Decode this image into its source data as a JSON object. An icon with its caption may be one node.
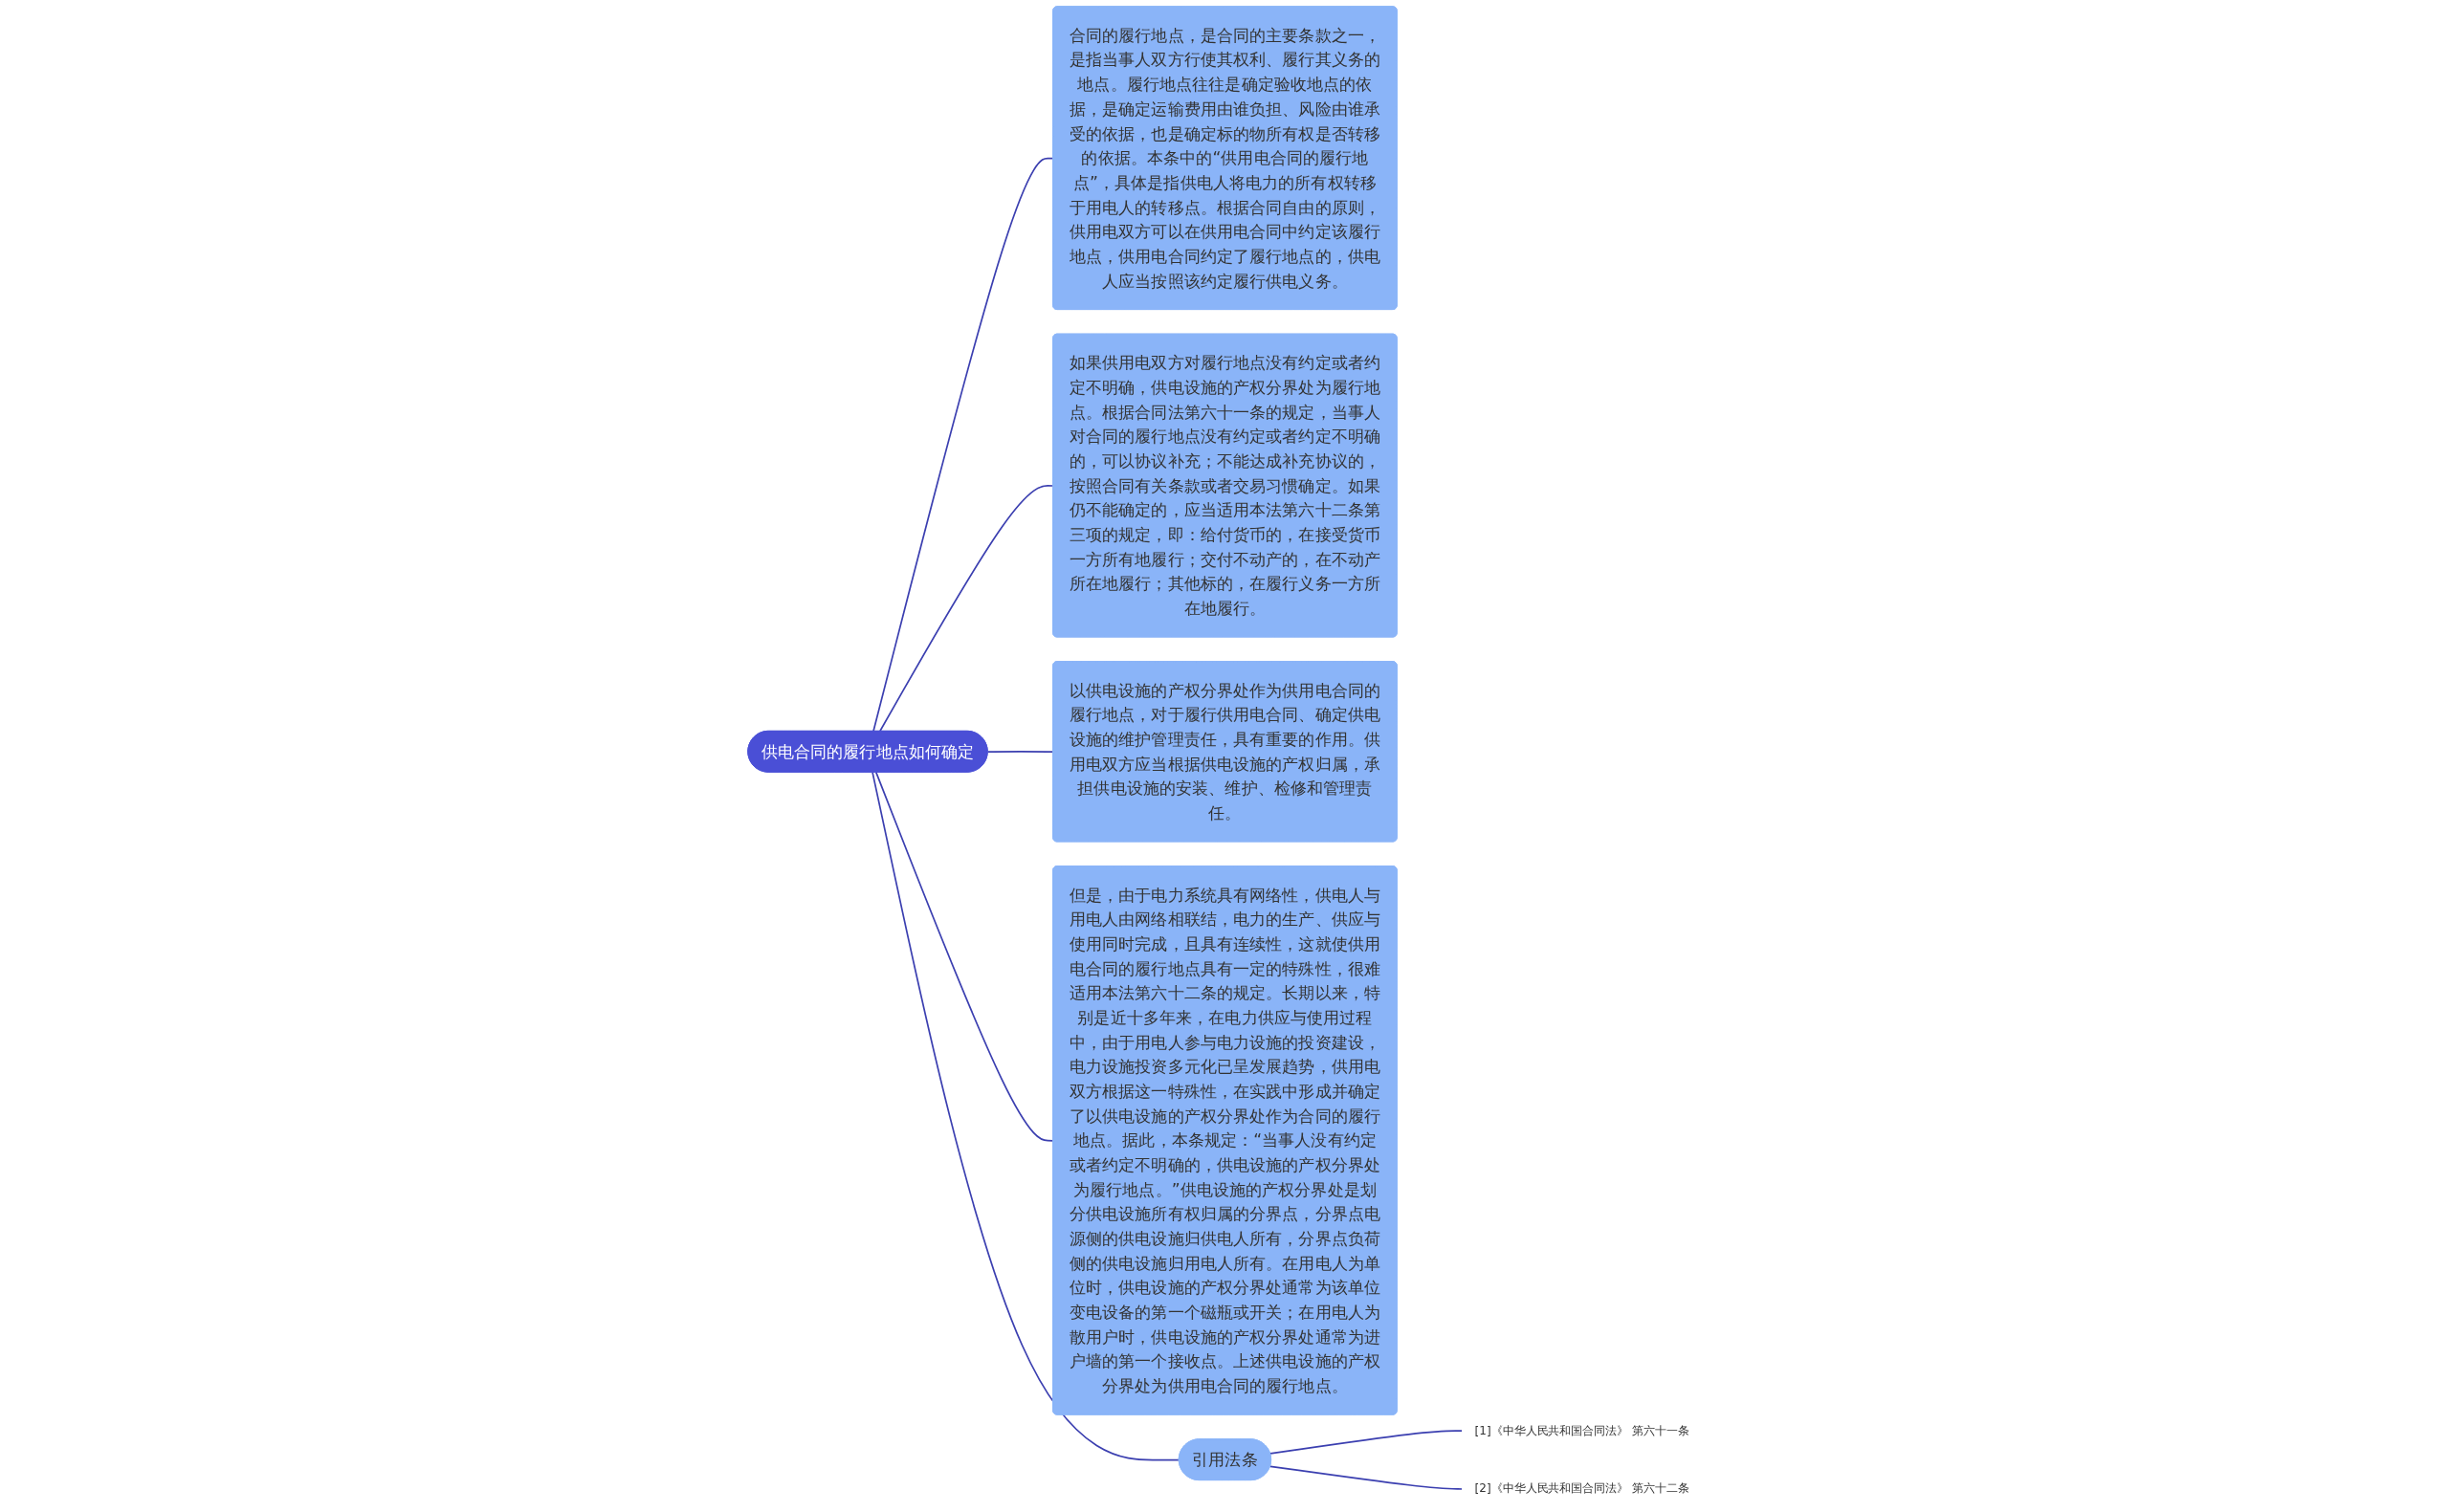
{
  "diagram": {
    "nodes": [
      {
        "text": [
          "供电合同的履行地点如何确定"
        ]
      },
      {
        "text": [
          "合同的履行地点，是合同的主要条款之一，是指当事人双方行使其权利、履行其义务的地点。履行地点往往是确定验收地点的依据，是确定运输费用由谁负担、风险由谁承受的依据，也是确定标的物所有权是否转移的依据。本条中的“供用电合同的履行地点”，具体是指供电人将电力的所有权转移于用电人的转移点。根据合同自由的原则，供用电双方可以在供用电合同中约定该履行地点，供用电合同约定了履行地点的，供电人应当按照该约定履行供电义务。"
        ]
      },
      {
        "text": [
          "如果供用电双方对履行地点没有约定或者约定不明确，供电设施的产权分界处为履行地点。根据合同法第六十一条的规定，当事人对合同的履行地点没有约定或者约定不明确的，可以协议补充；不能达成补充协议的，按照合同有关条款或者交易习惯确定。如果仍不能确定的，应当适用本法第六十二条第三项的规定，即：给付货币的，在接受货币一方所有地履行；交付不动产的，在不动产所在地履行；其他标的，在履行义务一方所在地履行。"
        ]
      },
      {
        "text": [
          "以供电设施的产权分界处作为供用电合同的履行地点，对于履行供用电合同、确定供电设施的维护管理责任，具有重要的作用。供用电双方应当根据供电设施的产权归属，承担供电设施的安装、维护、检修和管理责任。"
        ]
      },
      {
        "text": [
          "但是，由于电力系统具有网络性，供电人与用电人由网络相联结，电力的生产、供应与使用同时完成，且具有连续性，这就使供用电合同的履行地点具有一定的特殊性，很难适用本法第六十二条的规定。长期以来，特别是近十多年来，在电力供应与使用过程中，由于用电人参与电力设施的投资建设，电力设施投资多元化已呈发展趋势，供用电双方根据这一特殊性，在实践中形成并确定了以供电设施的产权分界处作为合同的履行地点。据此，本条规定：“当事人没有约定或者约定不明确的，供电设施的产权分界处为履行地点。”供电设施的产权分界处是划分供电设施所有权归属的分界点，分界点电源侧的供电设施归供电人所有，分界点负荷侧的供电设施归用电人所有。在用电人为单位时，供电设施的产权分界处通常为该单位变电设备的第一个磁瓶或开关；在用电人为散用户时，供电设施的产权分界处通常为进户墙的第一个接收点。上述供电设施的产权分界处为供用电合同的履行地点。"
        ]
      },
      {
        "text": [
          "引用法条"
        ]
      },
      {
        "text": [
          "[1]《中华人民共和国合同法》 第六十一条"
        ]
      },
      {
        "text": [
          "[2]《中华人民共和国合同法》 第六十二条"
        ]
      }
    ],
    "edges": [
      {
        "from": 0,
        "to": 1,
        "arrow": "none"
      },
      {
        "from": 0,
        "to": 2,
        "arrow": "none"
      },
      {
        "from": 0,
        "to": 3,
        "arrow": "none"
      },
      {
        "from": 0,
        "to": 4,
        "arrow": "none"
      },
      {
        "from": 0,
        "to": 5,
        "arrow": "none"
      },
      {
        "from": 5,
        "to": 6,
        "arrow": "none"
      },
      {
        "from": 5,
        "to": 7,
        "arrow": "none"
      }
    ]
  }
}
